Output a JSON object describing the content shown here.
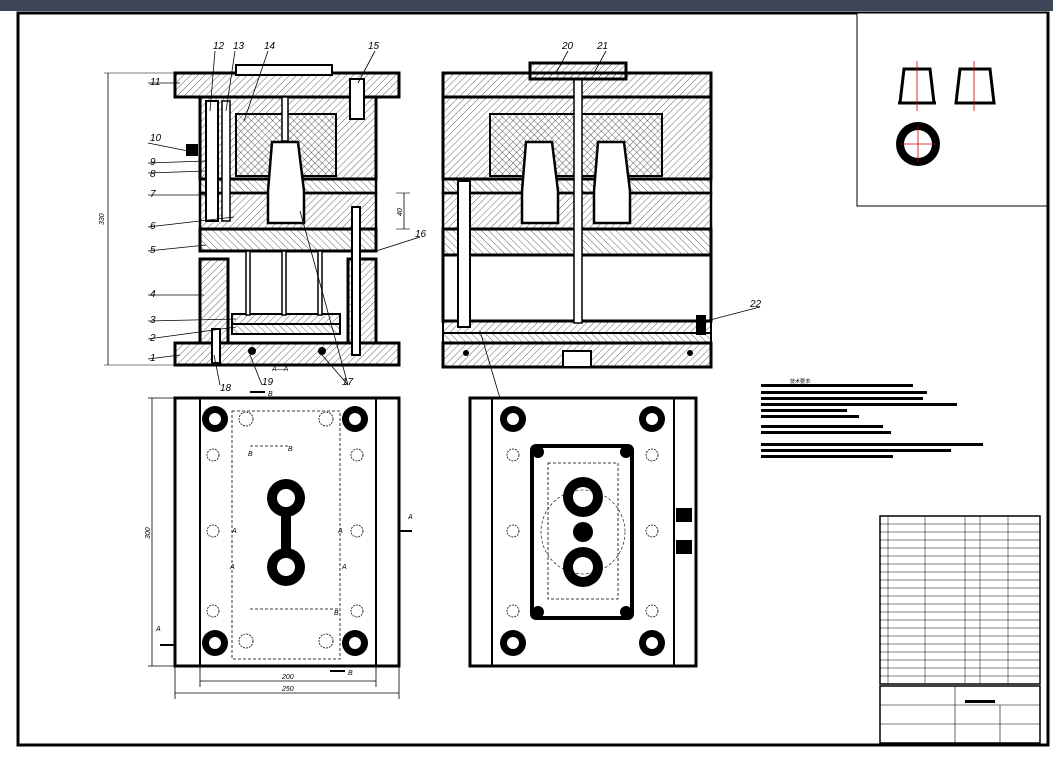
{
  "drawing": {
    "part_numbers": {
      "n1": "1",
      "n2": "2",
      "n3": "3",
      "n4": "4",
      "n5": "5",
      "n6": "6",
      "n7": "7",
      "n8": "8",
      "n9": "9",
      "n10": "10",
      "n11": "11",
      "n12": "12",
      "n13": "13",
      "n14": "14",
      "n15": "15",
      "n16": "16",
      "n17": "17",
      "n18": "18",
      "n19": "19",
      "n20": "20",
      "n21": "21",
      "n22": "22"
    },
    "dimensions": {
      "height": "330",
      "plate": "40",
      "width_inner": "200",
      "width_outer": "250",
      "side_height": "300"
    },
    "section_labels": {
      "aa": "A—A",
      "a": "A",
      "b": "B"
    },
    "tech_notes_title": "技术要求:"
  },
  "colors": {
    "line": "#000000",
    "hatch": "#000000",
    "window_bar": "#3d4657",
    "centerline": "#cc0000"
  }
}
